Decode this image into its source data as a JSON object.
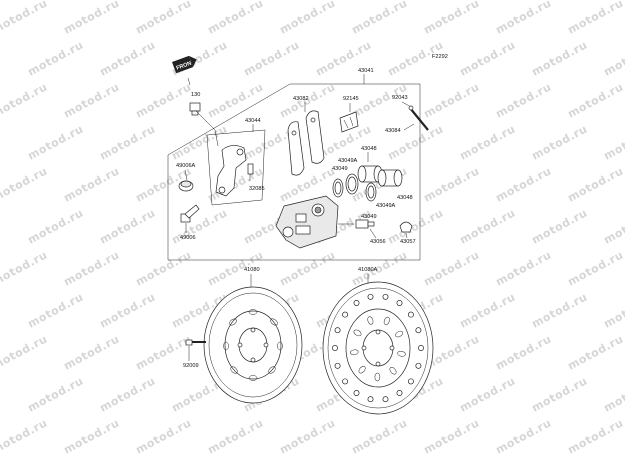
{
  "diagram": {
    "figure_code": "F2292",
    "watermark": "motod.ru",
    "front_symbol": "FRONT",
    "labels": {
      "p130": "130",
      "p43044": "43044",
      "p43041": "43041",
      "p43082": "43082",
      "p92145": "92145",
      "p92043": "92043",
      "p43084": "43084",
      "p43048_a": "43048",
      "p43048_b": "43048",
      "p43049A_a": "43049A",
      "p43049A_b": "43049A",
      "p43049_a": "43049",
      "p43049_b": "43049",
      "p49006A": "49006A",
      "p49006": "49006",
      "p32085": "32085",
      "p43056": "43056",
      "p43057": "43057",
      "p41080": "41080",
      "p41080A": "41080A",
      "p92009": "92009"
    }
  }
}
